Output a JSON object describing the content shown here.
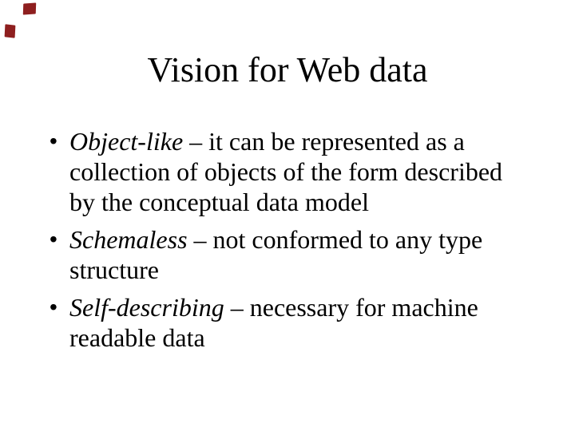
{
  "slide": {
    "title": "Vision for Web data",
    "bullet_char": "•",
    "bullets": [
      {
        "term": "Object-like",
        "rest": " – it can be represented as a collection of objects of the form described by the conceptual data model"
      },
      {
        "term": "Schemaless",
        "rest": " – not conformed to any type structure"
      },
      {
        "term": "Self-describing",
        "rest": " – necessary for machine readable data"
      }
    ],
    "colors": {
      "background": "#ffffff",
      "text": "#000000",
      "accent_mark": "#8e1f1f"
    }
  }
}
